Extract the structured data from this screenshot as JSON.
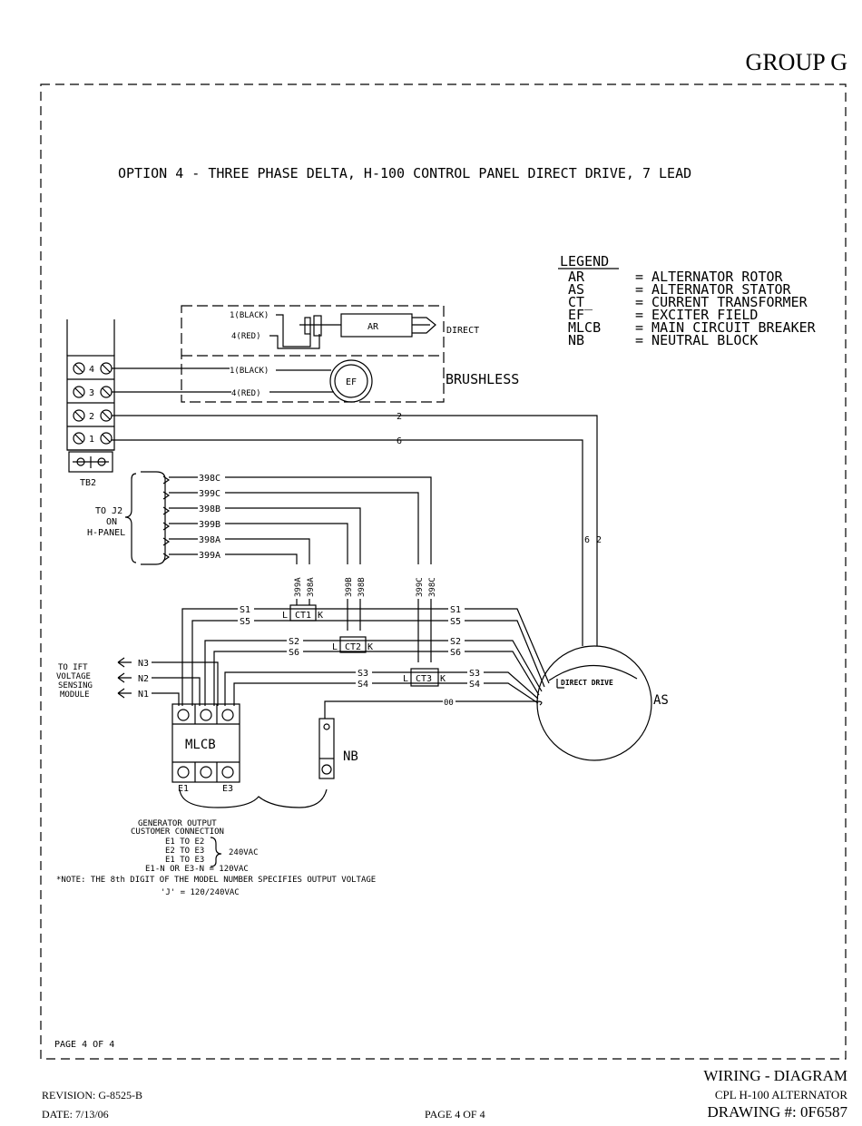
{
  "header": {
    "group": "GROUP G"
  },
  "diagram": {
    "title": "OPTION 4 - THREE PHASE DELTA, H-100 CONTROL PANEL DIRECT DRIVE, 7 LEAD",
    "legend": {
      "heading": "LEGEND",
      "items": [
        {
          "code": "AR",
          "desc": "= ALTERNATOR ROTOR"
        },
        {
          "code": "AS",
          "desc": "= ALTERNATOR STATOR"
        },
        {
          "code": "CT_",
          "desc": "= CURRENT TRANSFORMER"
        },
        {
          "code": "EF",
          "desc": "= EXCITER FIELD"
        },
        {
          "code": "MLCB",
          "desc": "= MAIN CIRCUIT BREAKER"
        },
        {
          "code": "NB",
          "desc": "= NEUTRAL BLOCK"
        }
      ]
    },
    "labels": {
      "black1": "1(BLACK)",
      "red4": "4(RED)",
      "black1b": "1(BLACK)",
      "red4b": "4(RED)",
      "ar": "AR",
      "ef": "EF",
      "direct": "DIRECT",
      "brushless": "BRUSHLESS",
      "tb_4": "4",
      "tb_3": "3",
      "tb_2": "2",
      "tb_1": "1",
      "tb2": "TB2",
      "wire2": "2",
      "wire6": "6",
      "wire6v": "6",
      "wire2v": "2",
      "w398c": "398C",
      "w399c": "399C",
      "w398b": "398B",
      "w399b": "399B",
      "w398a": "398A",
      "w399a": "399A",
      "toj2_1": "TO J2",
      "toj2_2": "ON",
      "toj2_3": "H-PANEL",
      "v399a": "399A",
      "v398a": "398A",
      "v399b": "399B",
      "v398b": "398B",
      "v399c": "399C",
      "v398c": "398C",
      "ct1": "CT1",
      "ct2": "CT2",
      "ct3": "CT3",
      "ct_l": "L",
      "ct_k": "K",
      "s1a": "S1",
      "s5a": "S5",
      "s1b": "S1",
      "s5b": "S5",
      "s2a": "S2",
      "s6a": "S6",
      "s2b": "S2",
      "s6b": "S6",
      "s3a": "S3",
      "s4a": "S4",
      "s3b": "S3",
      "s4b": "S4",
      "n3": "N3",
      "n2": "N2",
      "n1": "N1",
      "ift1": "TO IFT",
      "ift2": "VOLTAGE",
      "ift3": "SENSING",
      "ift4": "MODULE",
      "mlcb": "MLCB",
      "e1": "E1",
      "e3": "E3",
      "w00": "00",
      "nb": "NB",
      "direct_drive": "DIRECT DRIVE",
      "as": "AS",
      "gen1": "GENERATOR OUTPUT",
      "gen2": "CUSTOMER CONNECTION",
      "e1e2": "E1 TO E2",
      "e2e3": "E2 TO E3",
      "e1e3": "E1 TO E3",
      "v240": "240VAC",
      "v120": "E1-N OR E3-N = 120VAC",
      "note": "*NOTE: THE 8th DIGIT OF THE MODEL NUMBER SPECIFIES OUTPUT VOLTAGE",
      "note2": "'J' = 120/240VAC",
      "page_inner": "PAGE 4 OF 4"
    }
  },
  "footer": {
    "title1": "WIRING - DIAGRAM",
    "title2": "CPL H-100 ALTERNATOR",
    "drawing": "DRAWING #: 0F6587",
    "revision": "REVISION: G-8525-B",
    "date": "DATE: 7/13/06",
    "page": "PAGE 4 OF 4"
  }
}
